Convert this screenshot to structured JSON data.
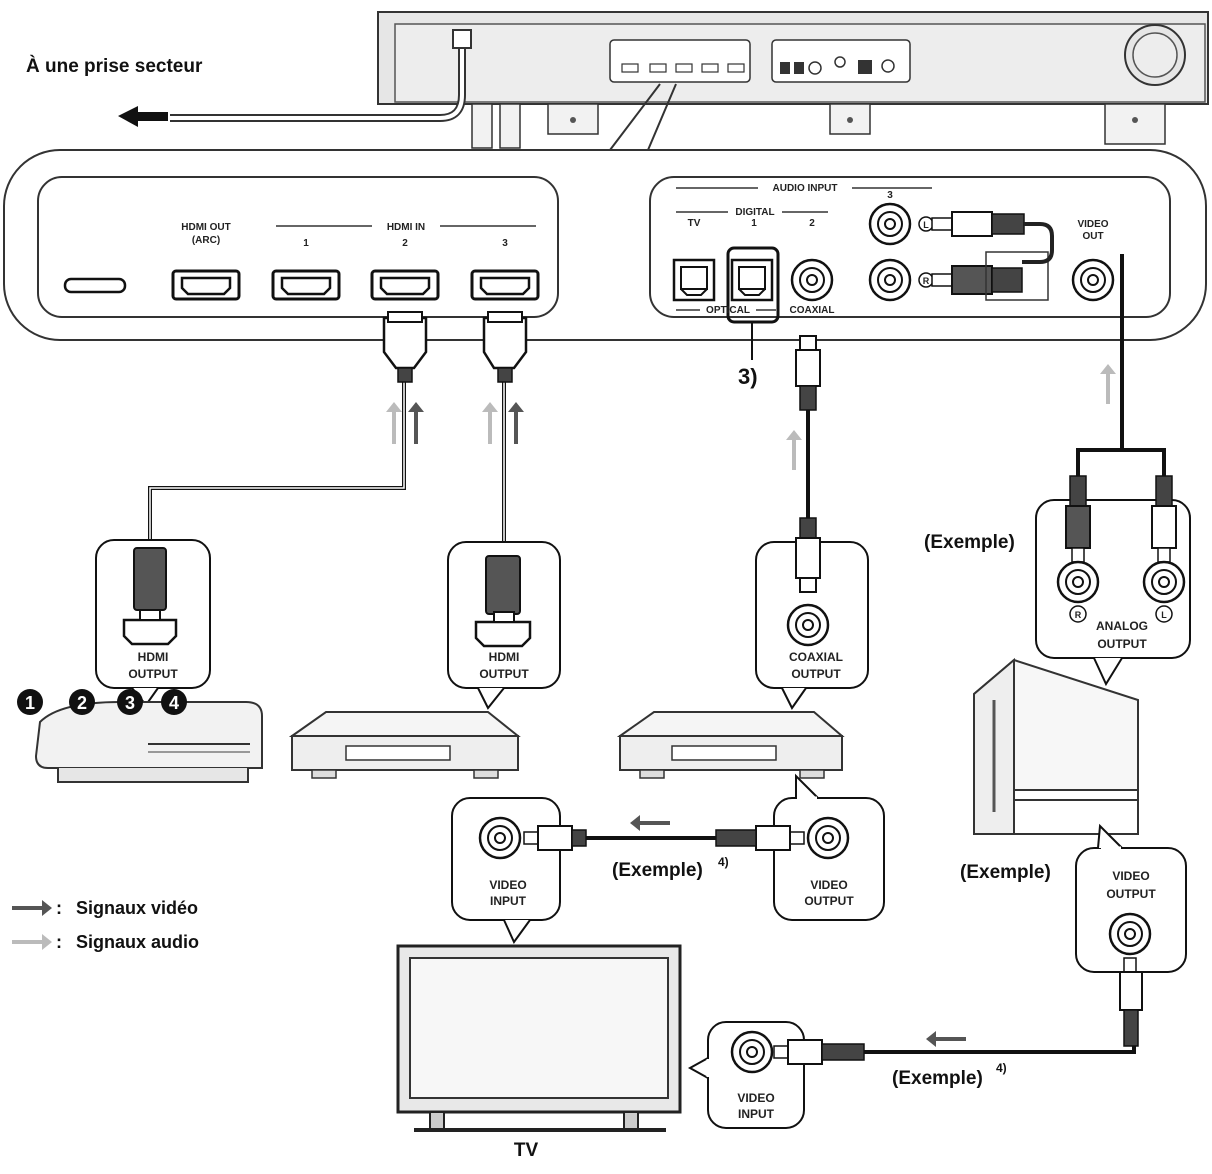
{
  "power": {
    "label": "À une prise secteur"
  },
  "panel_left": {
    "hdmi_out_line1": "HDMI OUT",
    "hdmi_out_line2": "(ARC)",
    "hdmi_in": "HDMI IN",
    "in_1": "1",
    "in_2": "2",
    "in_3": "3"
  },
  "panel_right": {
    "audio_input": "AUDIO INPUT",
    "digital": "DIGITAL",
    "tv": "TV",
    "digital_1": "1",
    "digital_2": "2",
    "analog_3": "3",
    "optical": "OPTICAL",
    "coaxial": "COAXIAL",
    "video_out_line1": "VIDEO",
    "video_out_line2": "OUT",
    "l": "L",
    "r": "R"
  },
  "callout_3": "3)",
  "devices": {
    "hdmi_output_line1": "HDMI",
    "hdmi_output_line2": "OUTPUT",
    "coaxial_output_line1": "COAXIAL",
    "coaxial_output_line2": "OUTPUT",
    "analog_output_line1": "ANALOG",
    "analog_output_line2": "OUTPUT",
    "video_input_line1": "VIDEO",
    "video_input_line2": "INPUT",
    "video_output_line1": "VIDEO",
    "video_output_line2": "OUTPUT",
    "r": "R",
    "l": "L"
  },
  "numbers": [
    "1",
    "2",
    "3",
    "4"
  ],
  "examples": {
    "exemple": "(Exemple)",
    "footnote": "4)"
  },
  "legend": {
    "video": "Signaux vidéo",
    "audio": "Signaux audio",
    "video_color": "#555555",
    "audio_color": "#bbbbbb"
  },
  "tv_label": "TV"
}
